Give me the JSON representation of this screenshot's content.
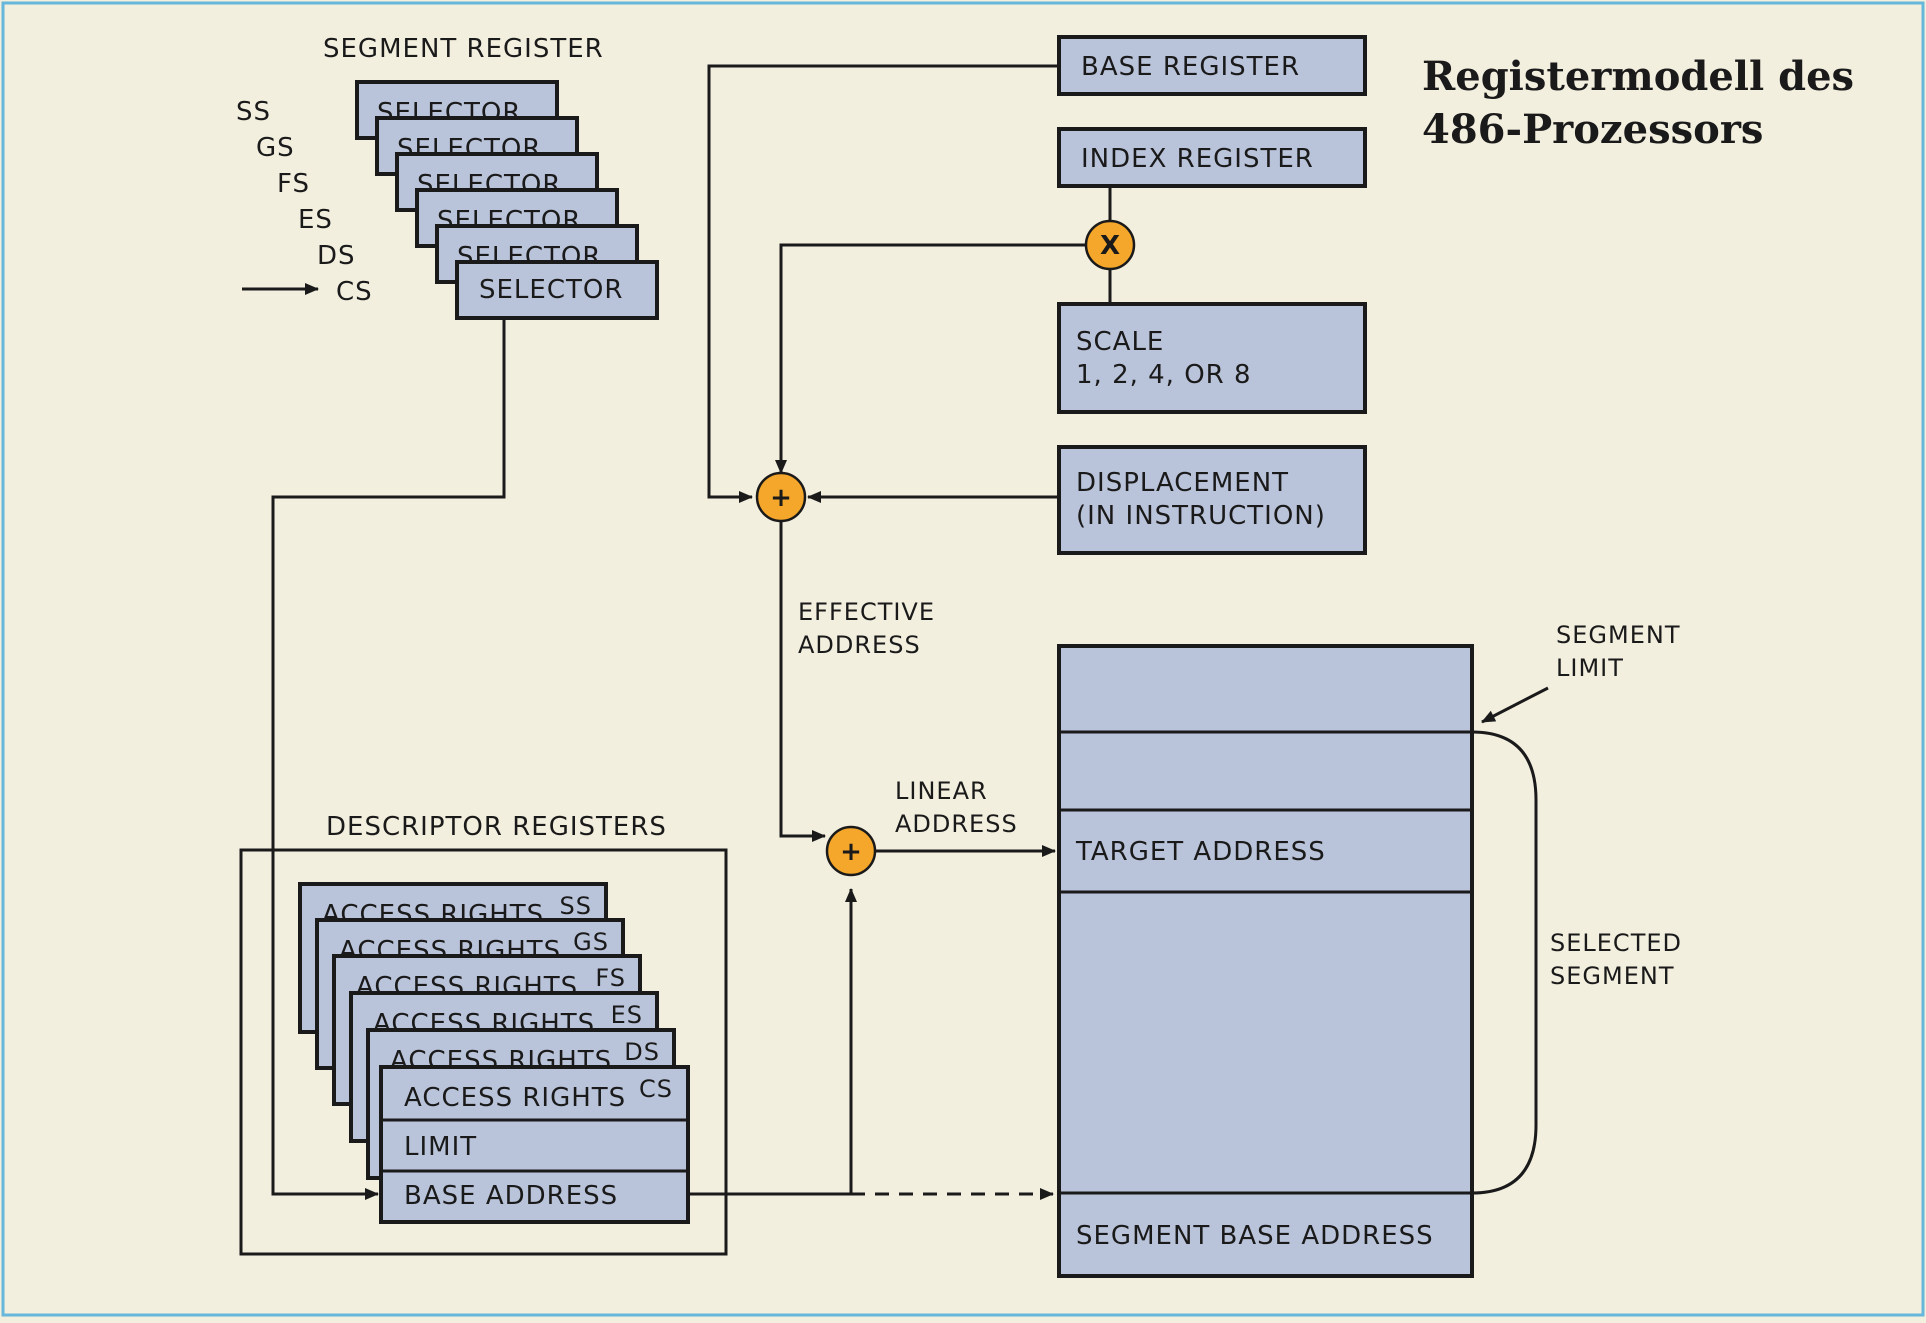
{
  "title": [
    "Registermodell des",
    "486-Prozessors"
  ],
  "segment_register": {
    "heading": "SEGMENT REGISTER",
    "names": [
      "SS",
      "GS",
      "FS",
      "ES",
      "DS",
      "CS"
    ],
    "selector_label": "SELECTOR"
  },
  "address_components": {
    "base_register": "BASE REGISTER",
    "index_register": "INDEX REGISTER",
    "scale": [
      "SCALE",
      "1, 2, 4, OR 8"
    ],
    "displacement": [
      "DISPLACEMENT",
      "(IN INSTRUCTION)"
    ]
  },
  "operators": {
    "multiply": "X",
    "add": "+"
  },
  "effective_address": [
    "EFFECTIVE",
    "ADDRESS"
  ],
  "linear_address": [
    "LINEAR",
    "ADDRESS"
  ],
  "descriptor_registers": {
    "heading": "DESCRIPTOR REGISTERS",
    "names": [
      "SS",
      "GS",
      "FS",
      "ES",
      "DS",
      "CS"
    ],
    "access_rights": "ACCESS RIGHTS",
    "limit": "LIMIT",
    "base_address": "BASE ADDRESS"
  },
  "memory_segment": {
    "target_address": "TARGET ADDRESS",
    "segment_base_address": "SEGMENT BASE ADDRESS",
    "segment_limit": [
      "SEGMENT",
      "LIMIT"
    ],
    "selected_segment": [
      "SELECTED",
      "SEGMENT"
    ]
  },
  "colors": {
    "background": "#f3efdf",
    "register_fill": "#b9c3d9",
    "operator_fill": "#f4a72a",
    "frame": "#66b7d9"
  }
}
